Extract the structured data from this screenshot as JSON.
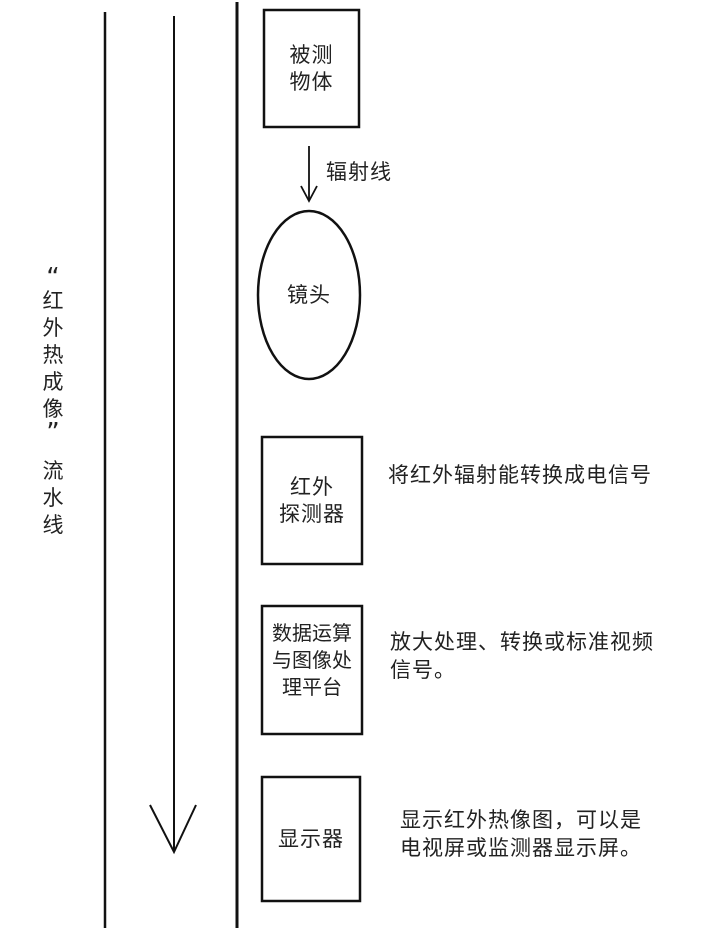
{
  "diagram": {
    "vertical_title": {
      "line1_chars": [
        "“",
        "红",
        "外",
        "热",
        "成",
        "像",
        "”"
      ],
      "line2_chars": [
        "流",
        "水",
        "线"
      ]
    },
    "nodes": {
      "object": {
        "line1": "被测",
        "line2": "物体",
        "shape": "rectangle"
      },
      "lens": {
        "label": "镜头",
        "shape": "ellipse"
      },
      "detector": {
        "line1": "红外",
        "line2": "探测器",
        "shape": "rectangle"
      },
      "processor": {
        "line1": "数据运算",
        "line2": "与图像处",
        "line3": "理平台",
        "shape": "rectangle"
      },
      "display": {
        "label": "显示器",
        "shape": "rectangle"
      }
    },
    "edges": {
      "object_to_lens": {
        "label": "辐射线"
      }
    },
    "descriptions": {
      "detector": {
        "line1": "将红外辐射能转换成电信号"
      },
      "processor": {
        "line1": "放大处理、转换或标准视频",
        "line2": "信号。"
      },
      "display": {
        "line1": "显示红外热像图，可以是",
        "line2": "电视屏或监测器显示屏。"
      }
    },
    "colors": {
      "stroke": "#111111",
      "text": "#222222",
      "background": "#ffffff"
    }
  }
}
